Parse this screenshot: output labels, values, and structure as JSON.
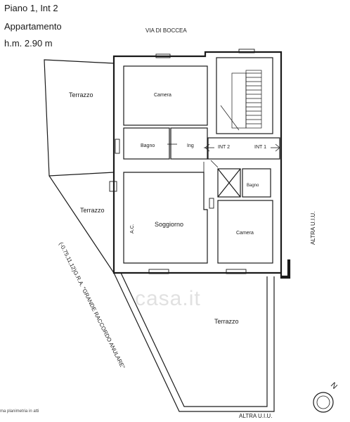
{
  "header": {
    "line1": "Piano 1, Int 2",
    "line2": "Appartamento",
    "line3": "h.m. 2.90 m"
  },
  "street_top": "VIA DI BOCCEA",
  "street_diagonal": "(-0.75,11,12)G.R.A. \"GRANDE RACCORDO ANULARE\"",
  "neighbor_right": "ALTRA U.I.U.",
  "neighbor_bottom": "ALTRA U.I.U.",
  "rooms": {
    "terrazzo_top": "Terrazzo",
    "terrazzo_mid": "Terrazzo",
    "terrazzo_bottom": "Terrazzo",
    "camera_top": "Camera",
    "camera_right": "Camera",
    "bagno_left": "Bagno",
    "bagno_right": "Bagno",
    "ingresso": "Ing",
    "soggiorno": "Soggiorno",
    "ac": "A.C.",
    "int2": "INT 2",
    "int1": "INT 1"
  },
  "footer_text": "ma planimetria in atti",
  "watermark": "casa.it",
  "compass_letter": "N",
  "colors": {
    "line": "#1a1a1a",
    "background": "#ffffff"
  }
}
